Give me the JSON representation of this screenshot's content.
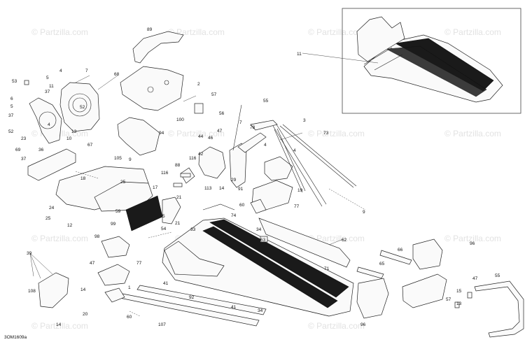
{
  "diagram": {
    "code": "3OM1609a",
    "watermark": "© Partzilla.com",
    "labels": [
      "89",
      "7",
      "68",
      "53",
      "5",
      "4",
      "11",
      "37",
      "52",
      "6",
      "5",
      "4",
      "37",
      "52",
      "13",
      "23",
      "69",
      "36",
      "37",
      "67",
      "10",
      "100",
      "2",
      "57",
      "94",
      "9",
      "105",
      "18",
      "24",
      "25",
      "12",
      "59",
      "99",
      "17",
      "21",
      "25",
      "54",
      "5",
      "88",
      "116",
      "116",
      "44",
      "46",
      "47",
      "42",
      "113",
      "14",
      "56",
      "7",
      "55",
      "78",
      "4",
      "4",
      "3",
      "73",
      "29",
      "91",
      "60",
      "77",
      "9",
      "19",
      "21",
      "34",
      "33",
      "74",
      "63",
      "62",
      "98",
      "47",
      "77",
      "71",
      "65",
      "66",
      "96",
      "39",
      "108",
      "14",
      "1",
      "41",
      "92",
      "41",
      "60",
      "20",
      "14",
      "107",
      "34",
      "47",
      "15",
      "13",
      "55",
      "96",
      "57"
    ],
    "inset_label": "11"
  }
}
